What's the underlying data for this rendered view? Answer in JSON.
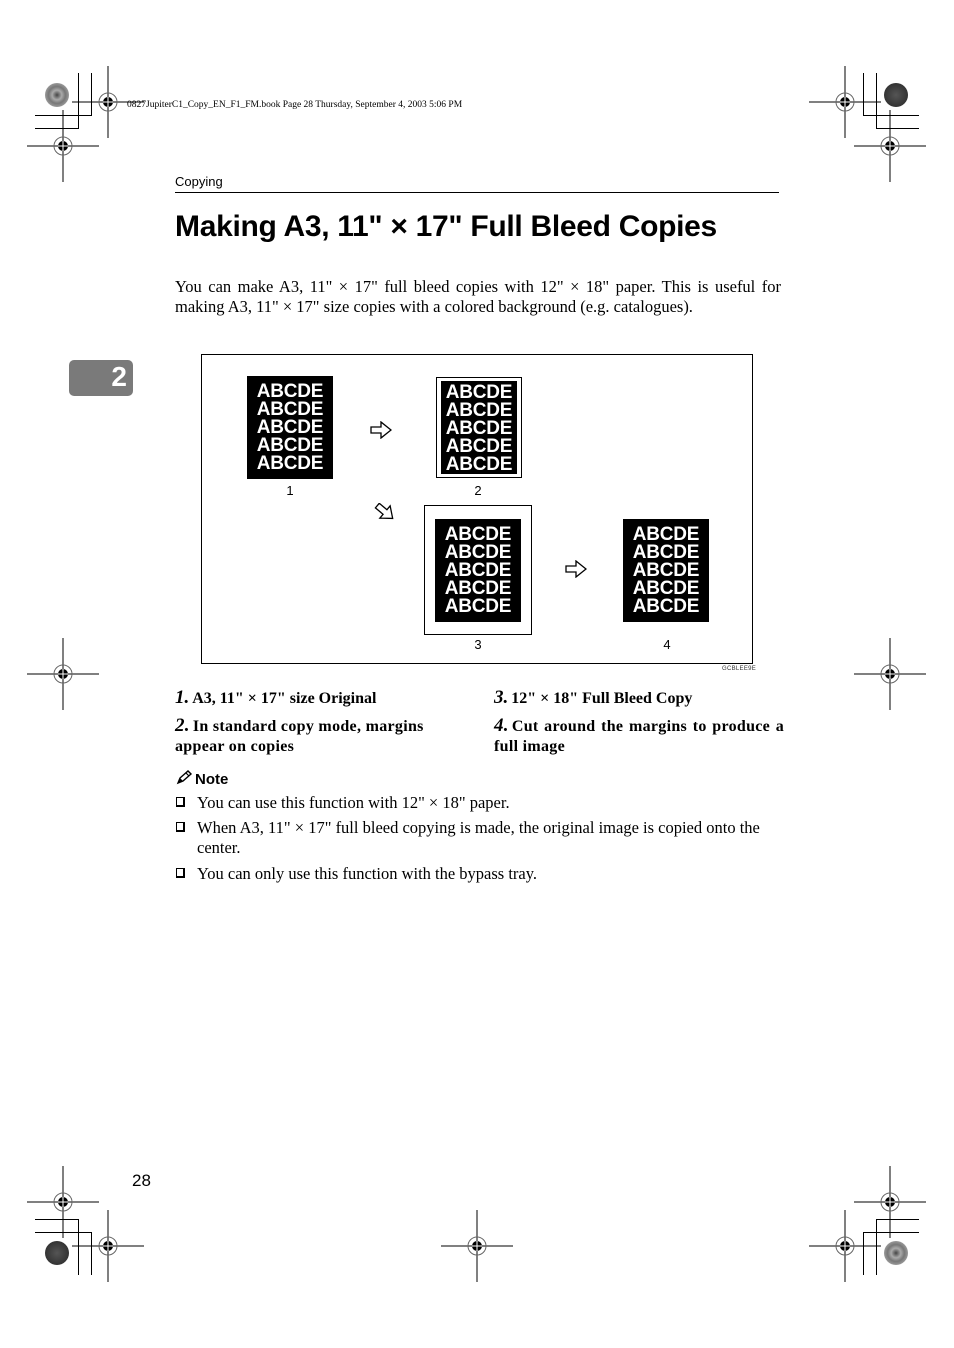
{
  "print_header": {
    "text": "0827JupiterC1_Copy_EN_F1_FM.book  Page 28  Thursday, September 4, 2003  5:06 PM"
  },
  "section": {
    "label": "Copying"
  },
  "chapter_tab": {
    "number": "2",
    "color": "#7a7a7a"
  },
  "page": {
    "title": "Making A3, 11\" × 17\" Full Bleed Copies",
    "intro": "You can make A3, 11\" × 17\" full bleed copies with 12\" × 18\" paper. This is useful for making A3, 11\" × 17\" size copies with a colored background (e.g. catalogues).",
    "number": "28"
  },
  "figure": {
    "sample_text": "ABCDE",
    "rows": [
      "ABCDE",
      "ABCDE",
      "ABCDE",
      "ABCDE",
      "ABCDE"
    ],
    "labels": [
      "1",
      "2",
      "3",
      "4"
    ],
    "code": "GCBLEE9E",
    "arrows": [
      "arrow-right",
      "arrow-down-right",
      "arrow-right"
    ]
  },
  "captions": [
    {
      "num": "1.",
      "text": "A3, 11\" × 17\" size Original"
    },
    {
      "num": "2.",
      "text": "In standard copy mode, margins appear on copies"
    },
    {
      "num": "3.",
      "text": "12\" × 18\" Full Bleed Copy"
    },
    {
      "num": "4.",
      "text": "Cut around the margins to produce a full image"
    }
  ],
  "note": {
    "title": "Note",
    "icon": "pencil-icon",
    "items": [
      "You can use this function with 12\" × 18\" paper.",
      "When A3, 11\" × 17\" full bleed copying is made, the original image is copied onto the center.",
      "You can only use this function with the bypass tray."
    ]
  }
}
